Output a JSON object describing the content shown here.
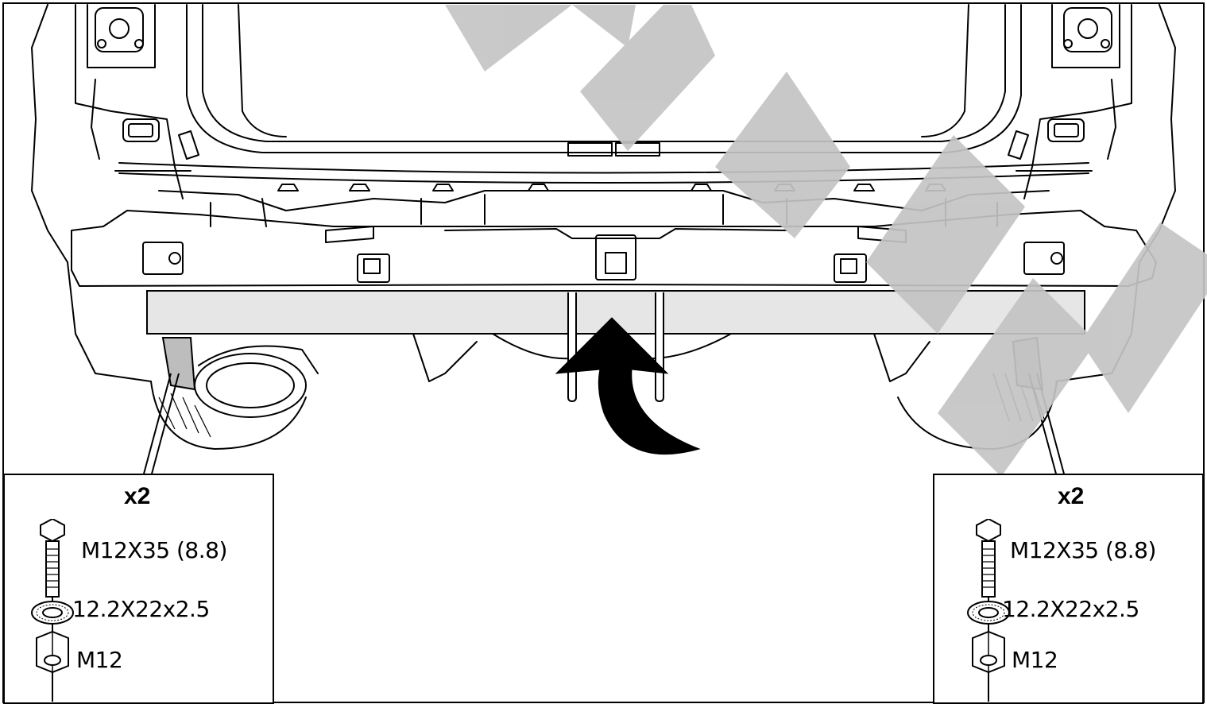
{
  "watermark": "SIMILI",
  "callouts": {
    "left": {
      "quantity": "x2",
      "bolt": "M12X35 (8.8)",
      "washer": "12.2X22x2.5",
      "nut": "M12"
    },
    "right": {
      "quantity": "x2",
      "bolt": "M12X35 (8.8)",
      "washer": "12.2X22x2.5",
      "nut": "M12"
    }
  },
  "colors": {
    "line": "#000000",
    "watermark": "#c4c4c4",
    "towbar_fill": "#e6e6e6",
    "bracket_fill": "#bdbdbd"
  },
  "icons": [
    "hex-bolt-icon",
    "serrated-washer-icon",
    "hex-nut-icon",
    "rotate-arrow-icon"
  ]
}
